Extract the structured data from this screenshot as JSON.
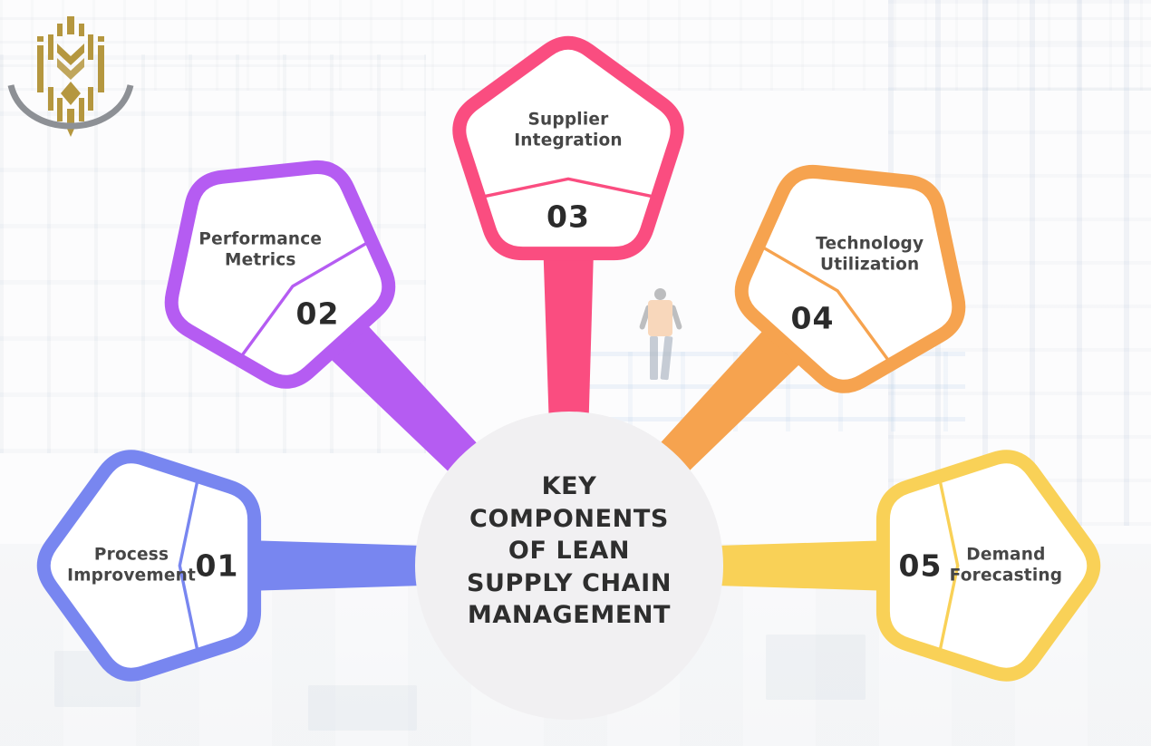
{
  "logo": {
    "icon": "gold-crown-emblem-icon",
    "gold_color": "#b5973f",
    "arc_color": "#8d9095"
  },
  "background": {
    "description": "faded warehouse photo with shelving racks, railing and a worker wearing an orange hi-vis vest",
    "rack_tint": "#96a8bc",
    "vest_color": "#ef8f3d"
  },
  "center_circle": {
    "title": "KEY COMPONENTS OF LEAN SUPPLY CHAIN MANAGEMENT",
    "title_lines": [
      "KEY",
      "COMPONENTS",
      "OF LEAN",
      "SUPPLY CHAIN",
      "MANAGEMENT"
    ],
    "fill": "#f1f0f2",
    "text_color": "#2e2e2e"
  },
  "components": [
    {
      "number": "01",
      "label": "Process Improvement",
      "color": "#7886f0"
    },
    {
      "number": "02",
      "label": "Performance Metrics",
      "color": "#b55cf2"
    },
    {
      "number": "03",
      "label": "Supplier Integration",
      "color": "#fa4d80"
    },
    {
      "number": "04",
      "label": "Technology Utilization",
      "color": "#f6a34f"
    },
    {
      "number": "05",
      "label": "Demand Forecasting",
      "color": "#f9d157"
    }
  ],
  "theme": {
    "pentagon_fill": "#ffffff",
    "number_color": "#2b2b2b",
    "label_color": "#464646"
  }
}
